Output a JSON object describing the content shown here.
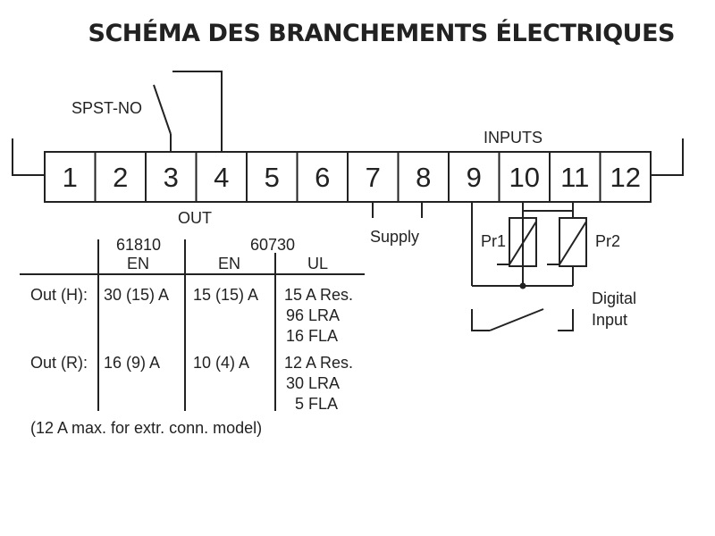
{
  "title": "SCHÉMA DES BRANCHEMENTS ÉLECTRIQUES",
  "switch_label": "SPST-NO",
  "inputs_label": "INPUTS",
  "out_label": "OUT",
  "supply_label": "Supply",
  "digital_input_label": [
    "Digital",
    "Input"
  ],
  "probes": [
    "Pr1",
    "Pr2"
  ],
  "terminals": [
    "1",
    "2",
    "3",
    "4",
    "5",
    "6",
    "7",
    "8",
    "9",
    "10",
    "11",
    "12"
  ],
  "ratings_table": {
    "standard_headers": [
      "61810",
      "60730"
    ],
    "sub_headers": [
      "EN",
      "EN",
      "UL"
    ],
    "rows": [
      {
        "label": "Out (H):",
        "en61810": "30 (15) A",
        "en60730": "15 (15) A",
        "ul": [
          "15 A Res.",
          "96 LRA",
          "16 FLA"
        ]
      },
      {
        "label": "Out (R):",
        "en61810": "16 (9) A",
        "en60730": "10 (4) A",
        "ul": [
          "12 A Res.",
          "30 LRA",
          "5 FLA"
        ]
      }
    ],
    "footnote": "(12 A max. for extr. conn. model)"
  }
}
